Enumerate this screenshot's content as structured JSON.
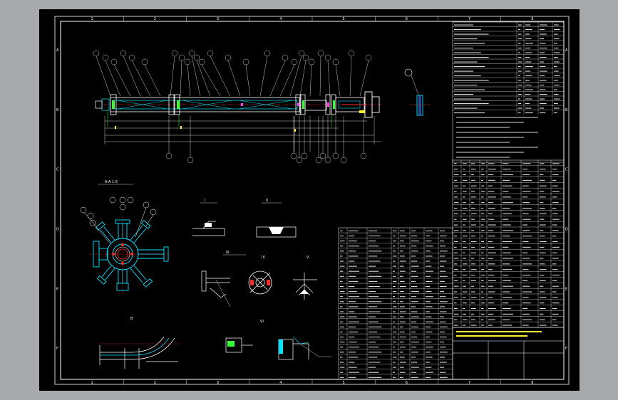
{
  "window": {
    "background": "#a7a9ab",
    "viewport_bg": "#000000"
  },
  "border": {
    "top_zones": [
      "1",
      "2",
      "3",
      "4",
      "5",
      "6",
      "7",
      "8"
    ],
    "bottom_zones": [
      "1",
      "2",
      "3",
      "4",
      "5",
      "6",
      "7",
      "8"
    ],
    "side_zones": [
      "A",
      "B",
      "C",
      "D",
      "E",
      "F"
    ]
  },
  "views": {
    "section_a": "A-A 1:5",
    "detail_1": "I",
    "detail_2": "II",
    "detail_3": "III",
    "detail_4": "IV",
    "detail_5": "V",
    "detail_6": "VI",
    "view_b": "B"
  },
  "colors": {
    "line": "#ffffff",
    "cyan": "#00e5ff",
    "red": "#ff2a2a",
    "magenta": "#ff3df2",
    "yellow": "#ffee33",
    "green": "#37ff37",
    "blue": "#3a7bff"
  }
}
